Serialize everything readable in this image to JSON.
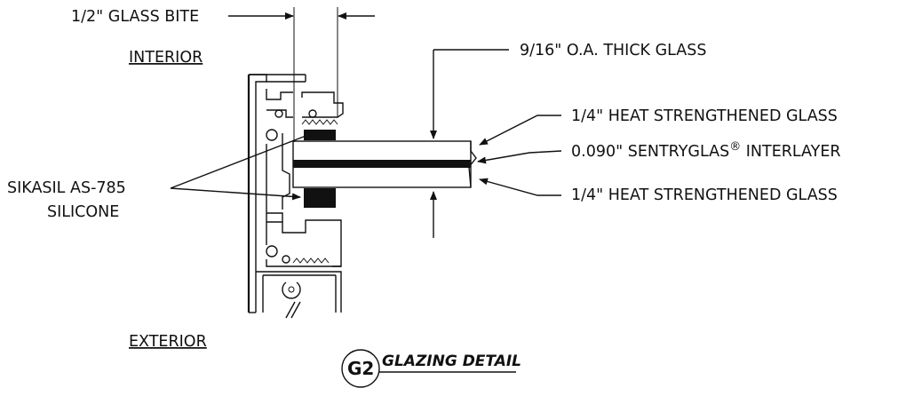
{
  "labels": {
    "glass_bite": "1/2\" GLASS BITE",
    "interior": "INTERIOR",
    "exterior": "EXTERIOR",
    "overall_thickness": "9/16\" O.A. THICK GLASS",
    "heat_glass_top": "1/4\" HEAT STRENGTHENED GLASS",
    "interlayer_prefix": "0.090\" SENTRYGLAS",
    "interlayer_mark": "®",
    "interlayer_suffix": " INTERLAYER",
    "heat_glass_bottom": "1/4\" HEAT STRENGTHENED GLASS",
    "silicone_line1": "SIKASIL AS-785",
    "silicone_line2": "SILICONE"
  },
  "title_block": {
    "tag": "G2",
    "title": "GLAZING DETAIL"
  }
}
